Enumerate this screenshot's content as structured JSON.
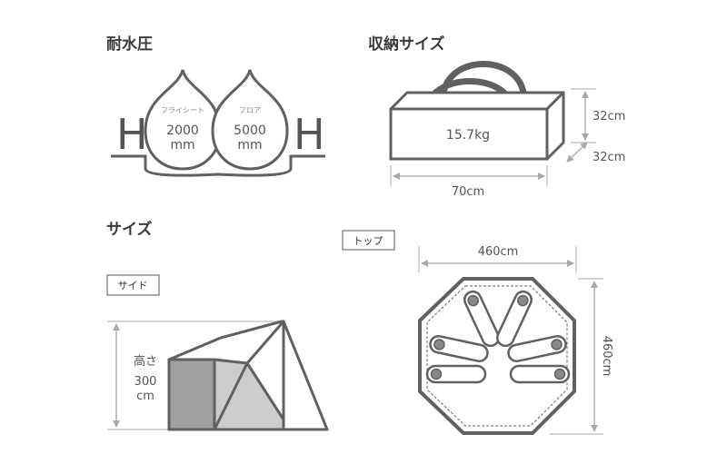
{
  "water_pressure": {
    "heading": "耐水圧",
    "h_letter": "H",
    "fly": {
      "label": "フライシート",
      "value": "2000",
      "unit": "mm"
    },
    "floor": {
      "label": "フロア",
      "value": "5000",
      "unit": "mm"
    }
  },
  "storage": {
    "heading": "収納サイズ",
    "weight": "15.7kg",
    "height": "32cm",
    "depth": "32cm",
    "width": "70cm"
  },
  "size": {
    "heading": "サイズ",
    "side_tag": "サイド",
    "height_label": "高さ",
    "height_value": "300",
    "height_unit": "cm"
  },
  "top": {
    "tag": "トップ",
    "width": "460cm",
    "depth": "460cm"
  },
  "colors": {
    "line": "#606060",
    "dim_line": "#a8a8a8",
    "panel_dark": "#a0a0a0",
    "panel_light": "#cdcdcd"
  }
}
